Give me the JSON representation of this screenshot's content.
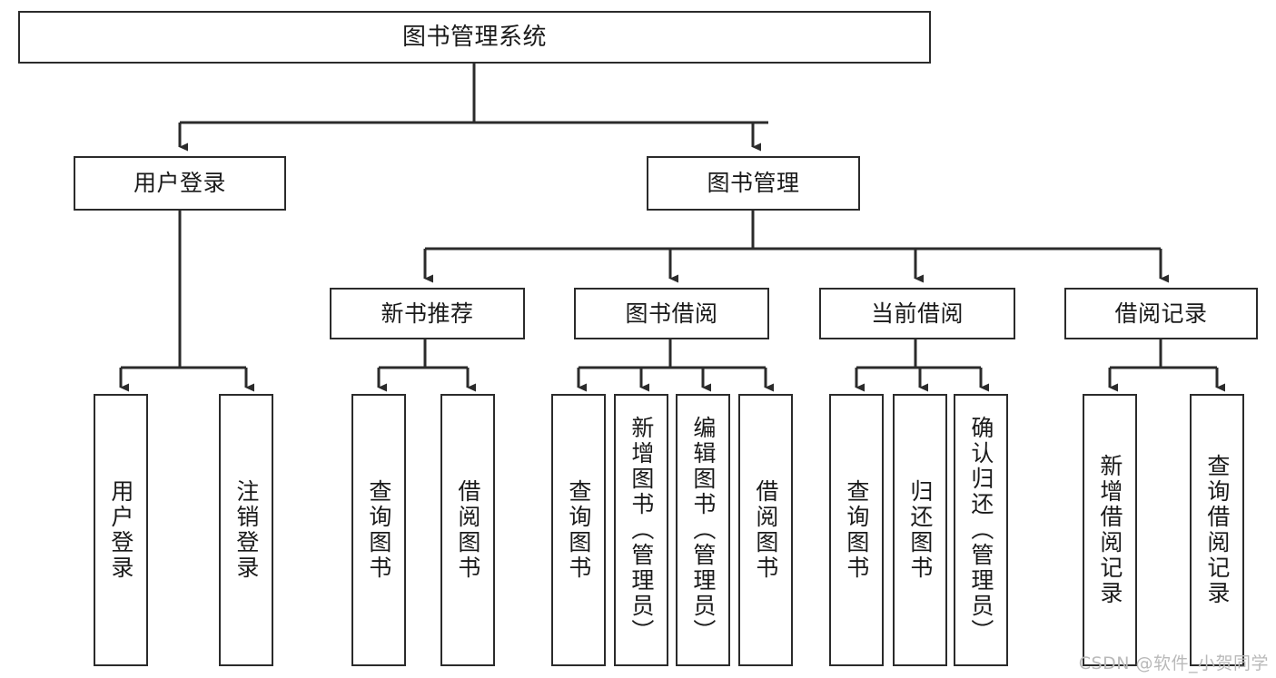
{
  "diagram": {
    "type": "tree-hierarchy",
    "title": "图书管理系统",
    "watermark": "CSDN @软件_小贺同学",
    "colors": {
      "stroke": "#2b2b2b",
      "fill": "#ffffff",
      "text": "#1a1a1a",
      "watermark": "#b9b9b9"
    },
    "nodes": {
      "root": {
        "label": "图书管理系统",
        "orientation": "horizontal"
      },
      "level2": [
        {
          "id": "user-login",
          "label": "用户登录",
          "orientation": "horizontal"
        },
        {
          "id": "book-manage",
          "label": "图书管理",
          "orientation": "horizontal"
        }
      ],
      "level3": [
        {
          "id": "new-book-rec",
          "label": "新书推荐",
          "orientation": "horizontal"
        },
        {
          "id": "book-borrow",
          "label": "图书借阅",
          "orientation": "horizontal"
        },
        {
          "id": "current-borrow",
          "label": "当前借阅",
          "orientation": "horizontal"
        },
        {
          "id": "borrow-record",
          "label": "借阅记录",
          "orientation": "horizontal"
        }
      ],
      "leaves": {
        "user-login": [
          {
            "id": "leaf-user-login",
            "label": "用户登录",
            "orientation": "vertical"
          },
          {
            "id": "leaf-logout",
            "label": "注销登录",
            "orientation": "vertical"
          }
        ],
        "new-book-rec": [
          {
            "id": "leaf-query-book-1",
            "label": "查询图书",
            "orientation": "vertical"
          },
          {
            "id": "leaf-borrow-book-1",
            "label": "借阅图书",
            "orientation": "vertical"
          }
        ],
        "book-borrow": [
          {
            "id": "leaf-query-book-2",
            "label": "查询图书",
            "orientation": "vertical"
          },
          {
            "id": "leaf-add-book",
            "label": "新增图书（管理员）",
            "orientation": "vertical"
          },
          {
            "id": "leaf-edit-book",
            "label": "编辑图书（管理员）",
            "orientation": "vertical"
          },
          {
            "id": "leaf-borrow-book-2",
            "label": "借阅图书",
            "orientation": "vertical"
          }
        ],
        "current-borrow": [
          {
            "id": "leaf-query-book-3",
            "label": "查询图书",
            "orientation": "vertical"
          },
          {
            "id": "leaf-return-book",
            "label": "归还图书",
            "orientation": "vertical"
          },
          {
            "id": "leaf-confirm-return",
            "label": "确认归还（管理员）",
            "orientation": "vertical"
          }
        ],
        "borrow-record": [
          {
            "id": "leaf-add-record",
            "label": "新增借阅记录",
            "orientation": "vertical"
          },
          {
            "id": "leaf-query-record",
            "label": "查询借阅记录",
            "orientation": "vertical"
          }
        ]
      }
    }
  }
}
